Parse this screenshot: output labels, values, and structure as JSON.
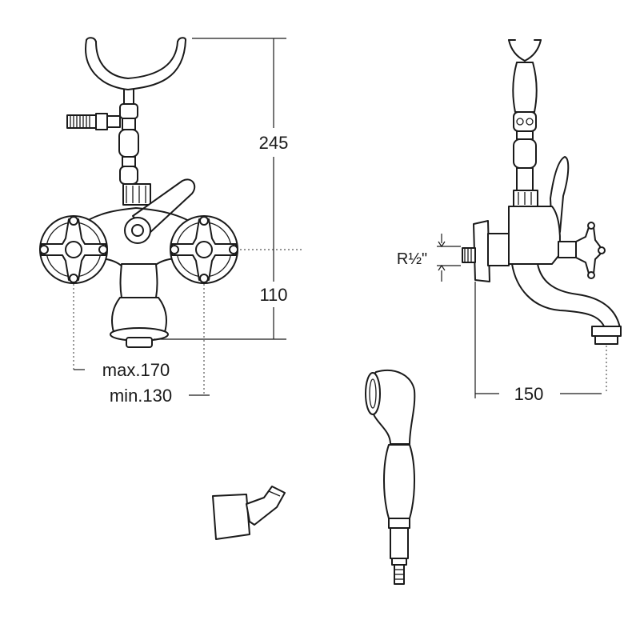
{
  "dimensions": {
    "height_total": "245",
    "height_spout": "110",
    "centers_max": "max.170",
    "centers_min": "min.130",
    "projection": "150",
    "thread": "R½\""
  }
}
